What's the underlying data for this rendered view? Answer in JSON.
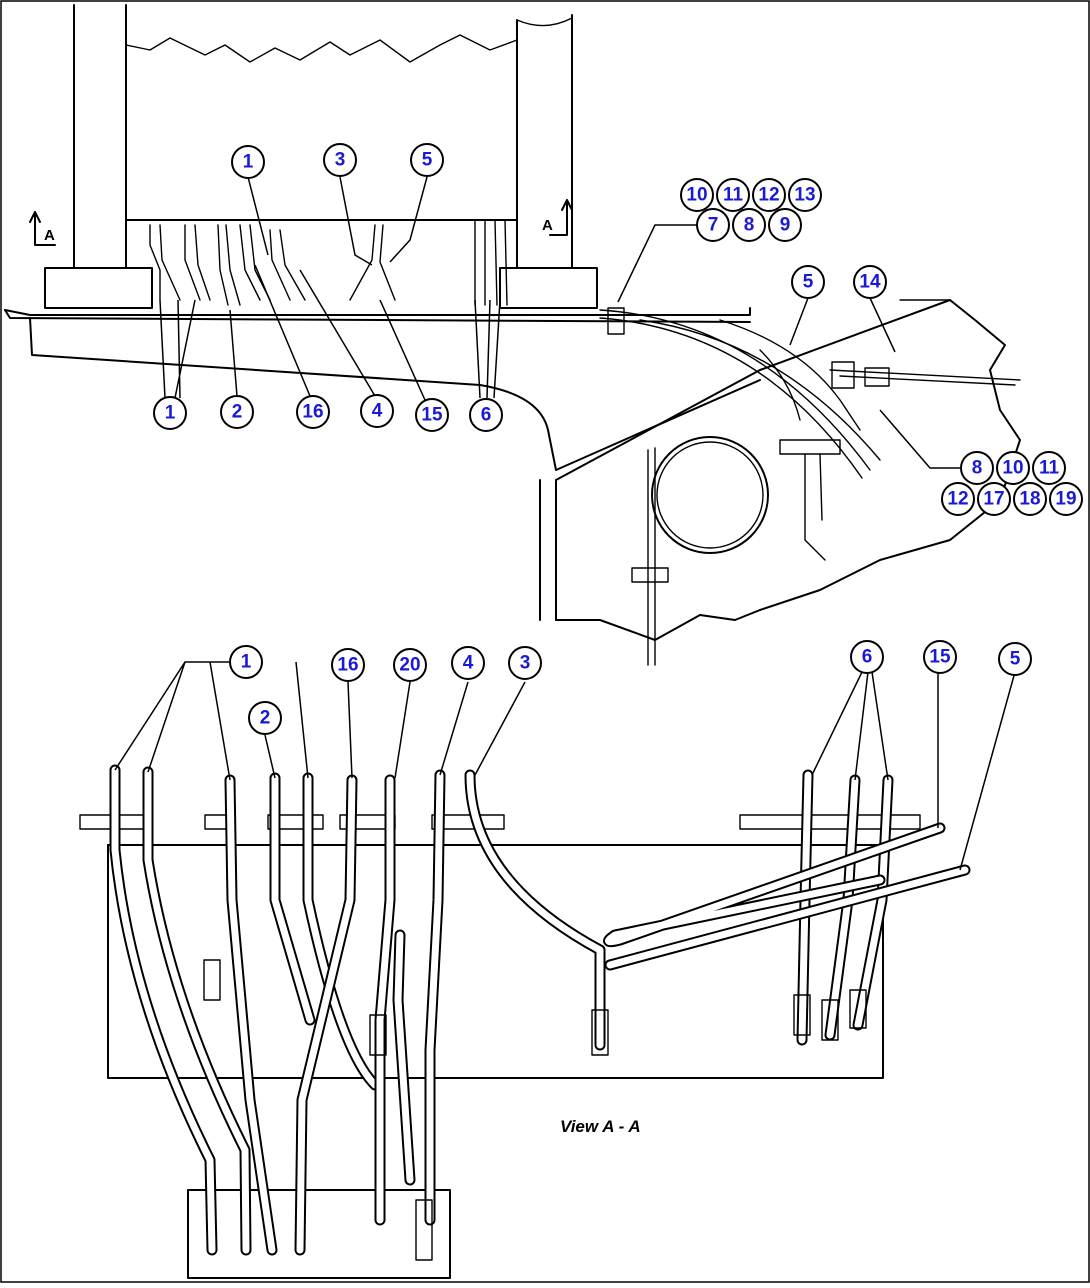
{
  "diagram": {
    "view_caption": "View A - A",
    "section_marks": [
      {
        "id": "left",
        "letter": "A"
      },
      {
        "id": "right",
        "letter": "A"
      }
    ],
    "callouts_top": [
      {
        "label": "1"
      },
      {
        "label": "3"
      },
      {
        "label": "5"
      },
      {
        "label": "10"
      },
      {
        "label": "11"
      },
      {
        "label": "12"
      },
      {
        "label": "13"
      },
      {
        "label": "7"
      },
      {
        "label": "8"
      },
      {
        "label": "9"
      },
      {
        "label": "5"
      },
      {
        "label": "14"
      },
      {
        "label": "1"
      },
      {
        "label": "2"
      },
      {
        "label": "16"
      },
      {
        "label": "4"
      },
      {
        "label": "15"
      },
      {
        "label": "6"
      },
      {
        "label": "8"
      },
      {
        "label": "10"
      },
      {
        "label": "11"
      },
      {
        "label": "12"
      },
      {
        "label": "17"
      },
      {
        "label": "18"
      },
      {
        "label": "19"
      }
    ],
    "callouts_view": [
      {
        "label": "1"
      },
      {
        "label": "2"
      },
      {
        "label": "16"
      },
      {
        "label": "20"
      },
      {
        "label": "4"
      },
      {
        "label": "3"
      },
      {
        "label": "6"
      },
      {
        "label": "15"
      },
      {
        "label": "5"
      }
    ]
  }
}
